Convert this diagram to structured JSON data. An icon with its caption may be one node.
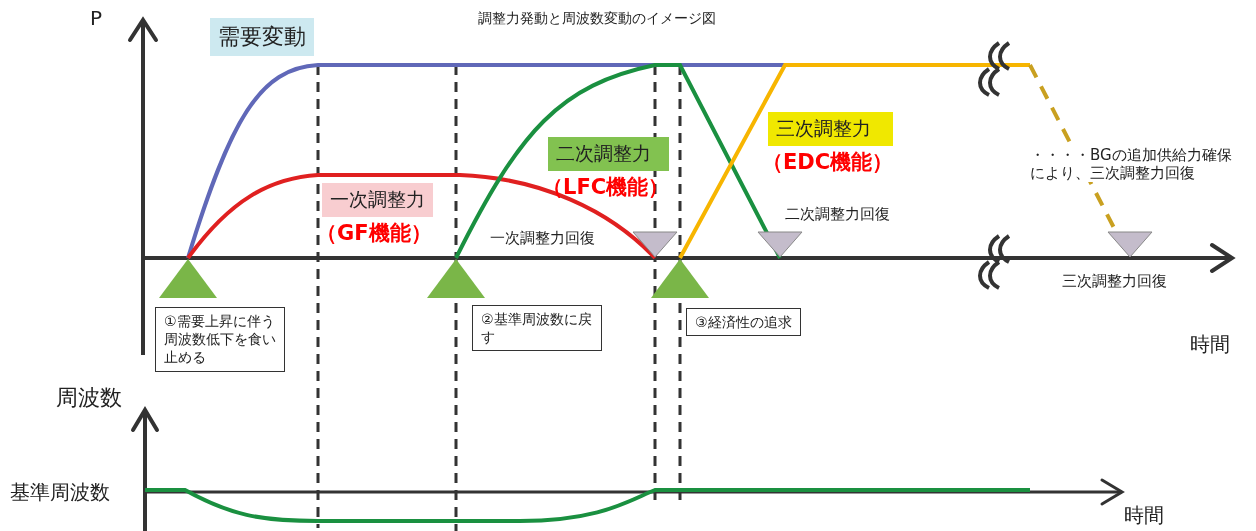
{
  "diagram": {
    "title": "調整力発動と周波数変動のイメージ図",
    "nodes": [
      {
        "text": [
          "需要変動"
        ]
      },
      {
        "text": [
          "一次調整力",
          "（GF機能）"
        ]
      },
      {
        "text": [
          "二次調整力",
          "（LFC機能）"
        ]
      },
      {
        "text": [
          "三次調整力",
          "（EDC機能）"
        ]
      },
      {
        "text": [
          "①需要上昇に伴う周波数低下を食い止める"
        ]
      },
      {
        "text": [
          "②基準周波数に戻す"
        ]
      },
      {
        "text": [
          "③経済性の追求"
        ]
      }
    ],
    "labels": [
      "P",
      "一次調整力回復",
      "二次調整力回復",
      "・・・・BGの追加供給力確保により、三次調整力回復",
      "三次調整力回復",
      "時間",
      "周波数",
      "基準周波数",
      "時間"
    ]
  }
}
